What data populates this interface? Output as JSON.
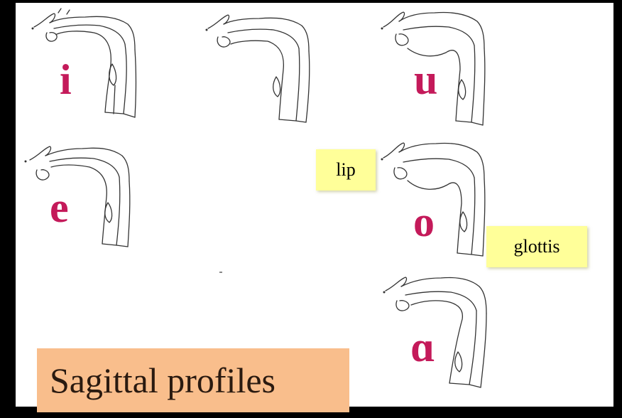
{
  "title": "Sagittal profiles",
  "vowel_color": "#c41a5a",
  "label_bg": "#ffff99",
  "title_bg": "#f9be8c",
  "profiles": [
    {
      "id": "i",
      "label": "i"
    },
    {
      "id": "unlabeled",
      "label": ""
    },
    {
      "id": "u",
      "label": "u"
    },
    {
      "id": "e",
      "label": "e"
    },
    {
      "id": "o",
      "label": "o"
    },
    {
      "id": "a",
      "label": "ɑ"
    }
  ],
  "annotations": {
    "lip": "lip",
    "glottis": "glottis"
  }
}
